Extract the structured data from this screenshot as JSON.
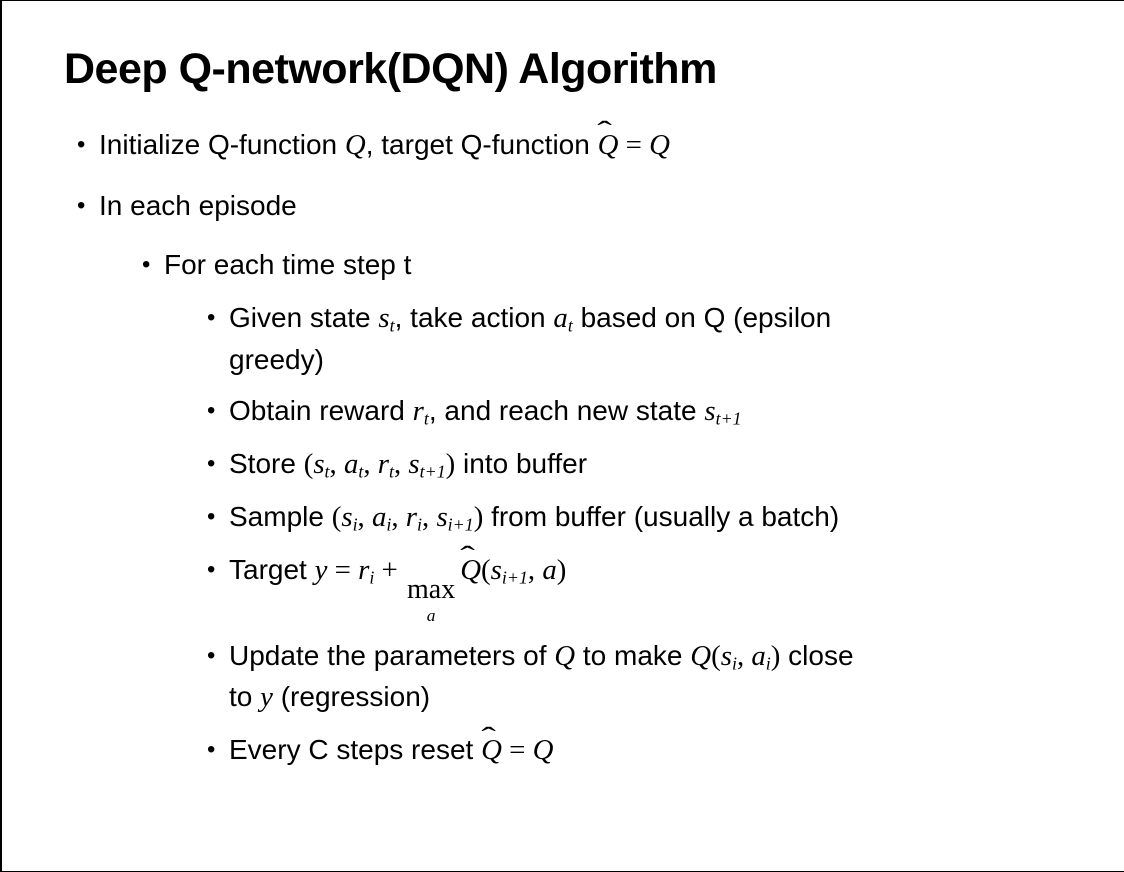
{
  "slide": {
    "title": "Deep Q-network(DQN) Algorithm",
    "bullets": [
      {
        "level": 1,
        "segments": [
          {
            "k": "t",
            "x": "Initialize Q-function "
          },
          {
            "k": "v",
            "x": "Q"
          },
          {
            "k": "t",
            "x": ", target Q-function "
          },
          {
            "k": "hat",
            "x": "Q"
          },
          {
            "k": "m",
            "x": " = "
          },
          {
            "k": "v",
            "x": "Q"
          }
        ]
      },
      {
        "level": 1,
        "segments": [
          {
            "k": "t",
            "x": "In each episode"
          }
        ]
      },
      {
        "level": 2,
        "segments": [
          {
            "k": "t",
            "x": "For each time step t"
          }
        ]
      },
      {
        "level": 3,
        "segments": [
          {
            "k": "t",
            "x": "Given state "
          },
          {
            "k": "v",
            "x": "s"
          },
          {
            "k": "sub",
            "x": "t"
          },
          {
            "k": "t",
            "x": ", take action "
          },
          {
            "k": "v",
            "x": "a"
          },
          {
            "k": "sub",
            "x": "t"
          },
          {
            "k": "t",
            "x": " based on Q (epsilon"
          },
          {
            "k": "br"
          },
          {
            "k": "t",
            "x": "greedy)"
          }
        ]
      },
      {
        "level": 3,
        "segments": [
          {
            "k": "t",
            "x": "Obtain reward "
          },
          {
            "k": "v",
            "x": "r"
          },
          {
            "k": "sub",
            "x": "t"
          },
          {
            "k": "t",
            "x": ", and reach new state "
          },
          {
            "k": "v",
            "x": "s"
          },
          {
            "k": "sub",
            "x": "t+1"
          }
        ]
      },
      {
        "level": 3,
        "segments": [
          {
            "k": "t",
            "x": "Store "
          },
          {
            "k": "m",
            "x": "("
          },
          {
            "k": "v",
            "x": "s"
          },
          {
            "k": "sub",
            "x": "t"
          },
          {
            "k": "m",
            "x": ", "
          },
          {
            "k": "v",
            "x": "a"
          },
          {
            "k": "sub",
            "x": "t"
          },
          {
            "k": "m",
            "x": ", "
          },
          {
            "k": "v",
            "x": "r"
          },
          {
            "k": "sub",
            "x": "t"
          },
          {
            "k": "m",
            "x": ", "
          },
          {
            "k": "v",
            "x": "s"
          },
          {
            "k": "sub",
            "x": "t+1"
          },
          {
            "k": "m",
            "x": ")"
          },
          {
            "k": "t",
            "x": " into buffer"
          }
        ]
      },
      {
        "level": 3,
        "segments": [
          {
            "k": "t",
            "x": "Sample "
          },
          {
            "k": "m",
            "x": "("
          },
          {
            "k": "v",
            "x": "s"
          },
          {
            "k": "sub",
            "x": "i"
          },
          {
            "k": "m",
            "x": ", "
          },
          {
            "k": "v",
            "x": "a"
          },
          {
            "k": "sub",
            "x": "i"
          },
          {
            "k": "m",
            "x": ", "
          },
          {
            "k": "v",
            "x": "r"
          },
          {
            "k": "sub",
            "x": "i"
          },
          {
            "k": "m",
            "x": ", "
          },
          {
            "k": "v",
            "x": "s"
          },
          {
            "k": "sub",
            "x": "i+1"
          },
          {
            "k": "m",
            "x": ")"
          },
          {
            "k": "t",
            "x": " from buffer (usually a batch)"
          }
        ]
      },
      {
        "level": 3,
        "segments": [
          {
            "k": "t",
            "x": "Target "
          },
          {
            "k": "v",
            "x": "y"
          },
          {
            "k": "m",
            "x": " = "
          },
          {
            "k": "v",
            "x": "r"
          },
          {
            "k": "sub",
            "x": "i"
          },
          {
            "k": "m",
            "x": " + "
          },
          {
            "k": "max",
            "word": "max",
            "sub": "a"
          },
          {
            "k": "hat",
            "x": "Q"
          },
          {
            "k": "m",
            "x": "("
          },
          {
            "k": "v",
            "x": "s"
          },
          {
            "k": "sub",
            "x": "i+1"
          },
          {
            "k": "m",
            "x": ", "
          },
          {
            "k": "v",
            "x": "a"
          },
          {
            "k": "m",
            "x": ")"
          }
        ]
      },
      {
        "level": 3,
        "segments": [
          {
            "k": "t",
            "x": "Update the parameters of "
          },
          {
            "k": "v",
            "x": "Q"
          },
          {
            "k": "t",
            "x": " to make "
          },
          {
            "k": "v",
            "x": "Q"
          },
          {
            "k": "m",
            "x": "("
          },
          {
            "k": "v",
            "x": "s"
          },
          {
            "k": "sub",
            "x": "i"
          },
          {
            "k": "m",
            "x": ", "
          },
          {
            "k": "v",
            "x": "a"
          },
          {
            "k": "sub",
            "x": "i"
          },
          {
            "k": "m",
            "x": ")"
          },
          {
            "k": "t",
            "x": " close"
          },
          {
            "k": "br"
          },
          {
            "k": "t",
            "x": "to "
          },
          {
            "k": "v",
            "x": "y"
          },
          {
            "k": "t",
            "x": " (regression)"
          }
        ]
      },
      {
        "level": 3,
        "segments": [
          {
            "k": "t",
            "x": "Every C steps reset "
          },
          {
            "k": "hat",
            "x": "Q"
          },
          {
            "k": "m",
            "x": " = "
          },
          {
            "k": "v",
            "x": "Q"
          }
        ]
      }
    ]
  },
  "icons": {
    "bullet_glyph": "•",
    "hat_glyph": "ˆ"
  },
  "colors": {
    "text": "#000000",
    "background": "#ffffff",
    "border": "#000000"
  }
}
